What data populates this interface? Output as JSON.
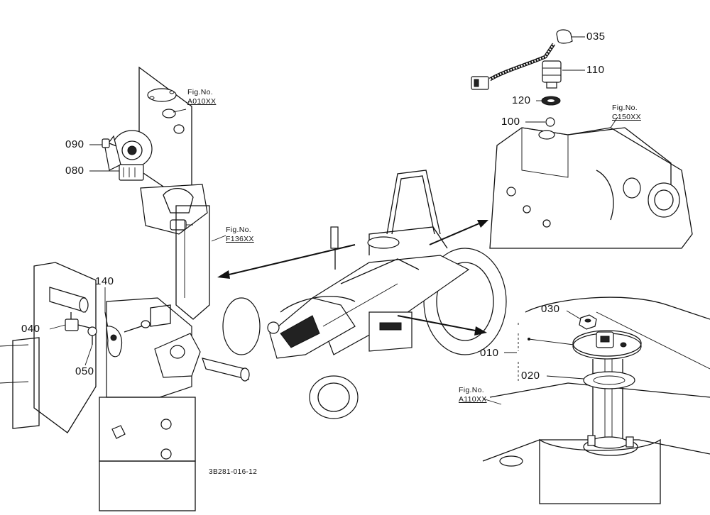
{
  "callouts": [
    {
      "id": "p035",
      "text": "035"
    },
    {
      "id": "p110",
      "text": "110"
    },
    {
      "id": "p120",
      "text": "120"
    },
    {
      "id": "p100",
      "text": "100"
    },
    {
      "id": "p090",
      "text": "090"
    },
    {
      "id": "p080",
      "text": "080"
    },
    {
      "id": "p140",
      "text": "140"
    },
    {
      "id": "p040",
      "text": "040"
    },
    {
      "id": "p050",
      "text": "050"
    },
    {
      "id": "p030",
      "text": "030"
    },
    {
      "id": "p010",
      "text": "010"
    },
    {
      "id": "p020",
      "text": "020"
    }
  ],
  "figure_refs": [
    {
      "id": "a010",
      "label": "Fig.No.",
      "code": "A010XX"
    },
    {
      "id": "f136",
      "label": "Fig.No.",
      "code": "F136XX"
    },
    {
      "id": "c150",
      "label": "Fig.No.",
      "code": "C150XX"
    },
    {
      "id": "a110",
      "label": "Fig.No.",
      "code": "A110XX"
    }
  ],
  "document_id": "3B281-016-12"
}
